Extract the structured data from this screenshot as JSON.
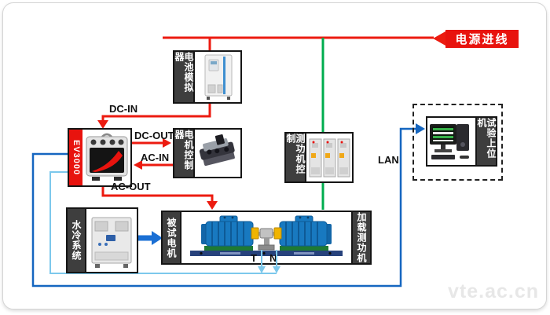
{
  "power": {
    "incoming_label": "电源进线"
  },
  "connections": {
    "dc_in": "DC-IN",
    "dc_out": "DC-OUT",
    "ac_in": "AC-IN",
    "ac_out": "AC-OUT",
    "lan": "LAN",
    "torque_signal": "T",
    "speed_signal": "N"
  },
  "nodes": {
    "battery_simulator": {
      "label": "电池模拟器"
    },
    "ev3000": {
      "label": "EV3000"
    },
    "motor_controller": {
      "label": "电机控制器"
    },
    "dyno_control": {
      "label": "测功机控制"
    },
    "host_pc": {
      "label": "试验上位机"
    },
    "water_cooling": {
      "label": "水冷系统"
    },
    "motor_under_test": {
      "label": "被试电机"
    },
    "load_dyno": {
      "label": "加载测功机"
    }
  },
  "watermark": "vte.ac.cn",
  "colors": {
    "power_red": "#ec1b10",
    "dyno_green": "#00ac4e",
    "lan_blue": "#1566c0",
    "signal_cyan": "#7cc8ec",
    "strip_dark": "#3e3e3e",
    "motor_blue": "#1879c0"
  }
}
